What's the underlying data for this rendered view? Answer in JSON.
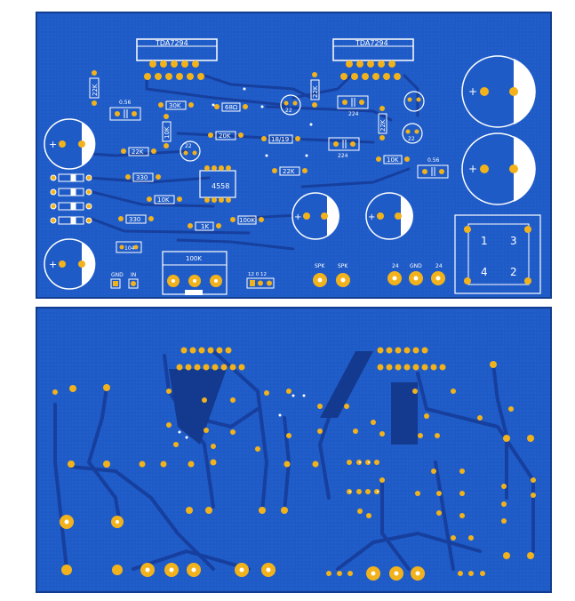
{
  "top_board": {
    "ic1_label": "TDA7294",
    "ic2_label": "TDA7294",
    "ic_center_label": "4558",
    "terminal_labels": [
      "GND",
      "IN",
      "SPK",
      "SPK",
      "24",
      "GND",
      "24"
    ],
    "pot_label": "100K",
    "jumper_label": "12 0 12",
    "bridge_pins": [
      "1",
      "3",
      "4",
      "2"
    ],
    "cap_labels": [
      "0.56",
      "224",
      "224",
      "0.56",
      "104"
    ],
    "transistor_labels": [
      "22",
      "22",
      "22"
    ],
    "resistor_labels": [
      "22K",
      "30K",
      "68Ω",
      "22K",
      "20K",
      "10K",
      "22K",
      "18/19",
      "22K",
      "10K",
      "330",
      "10K",
      "330",
      "1K",
      "100K",
      "22K"
    ]
  },
  "colors": {
    "board": "#1f5bc6",
    "board_dark": "#1745a3",
    "trace": "#163f9e",
    "pad": "#f2b21c",
    "pad_hole": "#ffffff",
    "silk": "#ffffff"
  }
}
